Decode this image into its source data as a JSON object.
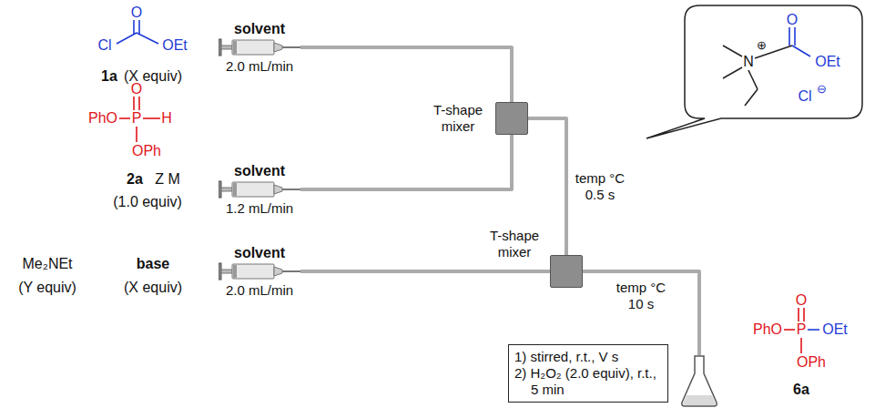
{
  "diagram": {
    "nodes": [
      {
        "text": [
          "solvent",
          "2.0 mL/min"
        ]
      },
      {
        "text": [
          "solvent",
          "1.2 mL/min"
        ]
      },
      {
        "text": [
          "T-shape mixer"
        ]
      },
      {
        "text": [
          "solvent",
          "2.0 mL/min"
        ]
      },
      {
        "text": [
          "T-shape mixer"
        ]
      },
      {
        "text": [
          "1) stirred, r.t., V s",
          "2) H₂O₂ (2.0 equiv), r.t., 5 min"
        ]
      },
      {
        "text": [
          "O",
          "N",
          "⊕",
          "OEt",
          "Cl",
          "⊖"
        ]
      }
    ],
    "edges": [
      {
        "from": 0,
        "to": 2,
        "arrow": "none"
      },
      {
        "from": 1,
        "to": 2,
        "arrow": "none"
      },
      {
        "from": 2,
        "to": 4,
        "arrow": "none",
        "label": "temp °C 0.5 s"
      },
      {
        "from": 3,
        "to": 4,
        "arrow": "none"
      },
      {
        "from": 4,
        "to": 5,
        "arrow": "none",
        "label": "temp °C 10 s"
      }
    ],
    "labels": [
      "O",
      "Cl",
      "OEt",
      "1a",
      "(X equiv)",
      "O",
      "PhO",
      "P",
      "H",
      "OPh",
      "2a",
      "Z M",
      "(1.0 equiv)",
      "Me₂NEt",
      "(Y equiv)",
      "base",
      "(X equiv)",
      "O",
      "PhO",
      "P",
      "OEt",
      "OPh",
      "6a"
    ]
  }
}
